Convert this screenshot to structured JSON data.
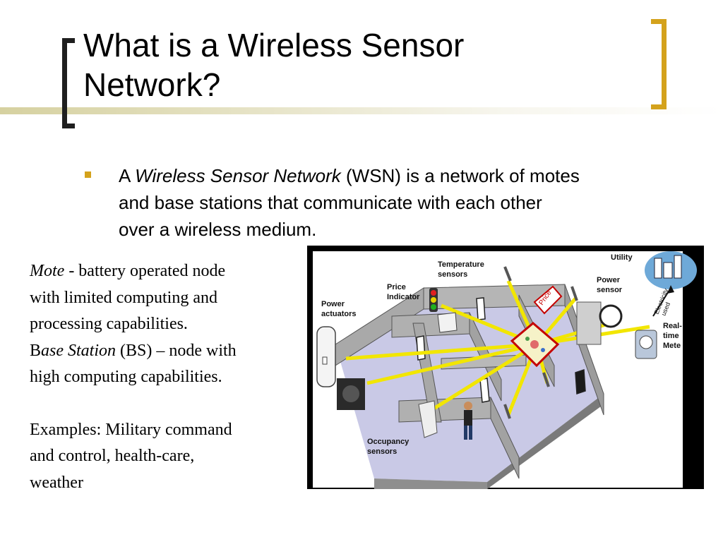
{
  "slide": {
    "title_line1": "What is a Wireless Sensor",
    "title_line2": "Network?",
    "bullet": {
      "prefix": "A ",
      "term": "Wireless Sensor Network",
      "rest_line1": " (WSN) is a network of motes",
      "line2": "and base stations that communicate with each other",
      "line3": "over a wireless medium."
    },
    "mote": {
      "term": "Mote",
      "line1": " - battery operated node",
      "line2": "with limited computing and",
      "line3": "processing capabilities."
    },
    "base_station": {
      "first_letter": "B",
      "term": "ase Station",
      "line1": " (BS) – node with",
      "line2": "high computing capabilities."
    },
    "examples": {
      "line1": "Examples: Military command",
      "line2": "and control, health-care,",
      "line3": "weather"
    }
  },
  "figure": {
    "labels": {
      "utility": "Utility",
      "temperature_1": "Temperature",
      "temperature_2": "sensors",
      "price_1": "Price",
      "price_2": "Indicator",
      "power_actuators_1": "Power",
      "power_actuators_2": "actuators",
      "power_sensor_1": "Power",
      "power_sensor_2": "sensor",
      "electricity_1": "Electricity",
      "electricity_2": "used",
      "price_tag": "Price",
      "realtime_1": "Real-",
      "realtime_2": "time",
      "realtime_3": "Mete",
      "occupancy_1": "Occupancy",
      "occupancy_2": "sensors"
    },
    "colors": {
      "signal_lines": "#f2e600",
      "walls": "#a9a9a9",
      "floor": "#c9c9e6",
      "accent": "#d4a21c"
    }
  }
}
